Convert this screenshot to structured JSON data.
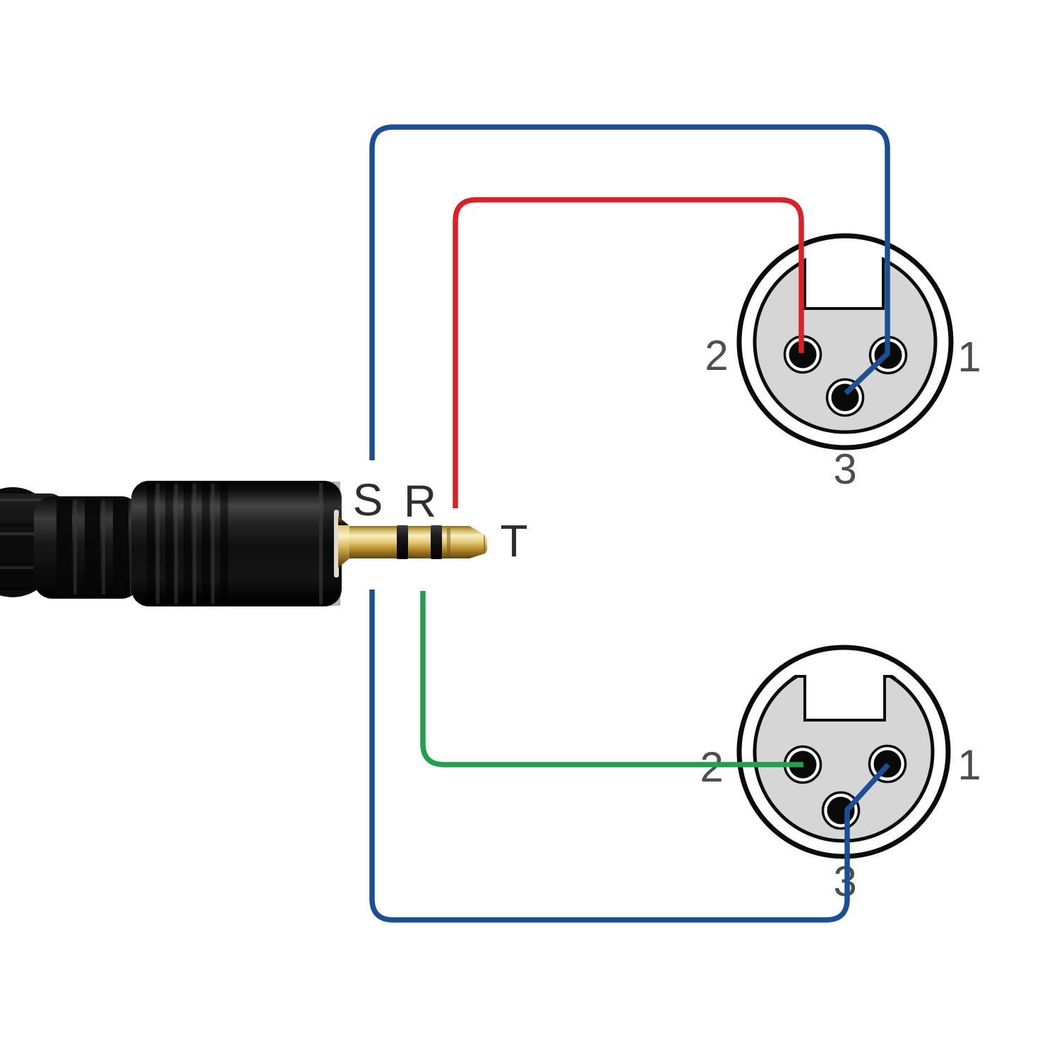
{
  "jack": {
    "sleeve_label": "S",
    "ring_label": "R",
    "tip_label": "T"
  },
  "xlr_top": {
    "pin1_label": "1",
    "pin2_label": "2",
    "pin3_label": "3"
  },
  "xlr_bottom": {
    "pin1_label": "1",
    "pin2_label": "2",
    "pin3_label": "3"
  },
  "colors": {
    "sleeve_wire": "#1b4e94",
    "tip_wire": "#d92127",
    "ring_wire": "#21a04d",
    "connector_body": "#d6d6d6",
    "outline": "#0b0b0b",
    "pin_label": "#4e4e4e",
    "jack_label": "#2e2e2e",
    "background": "#ffffff"
  }
}
